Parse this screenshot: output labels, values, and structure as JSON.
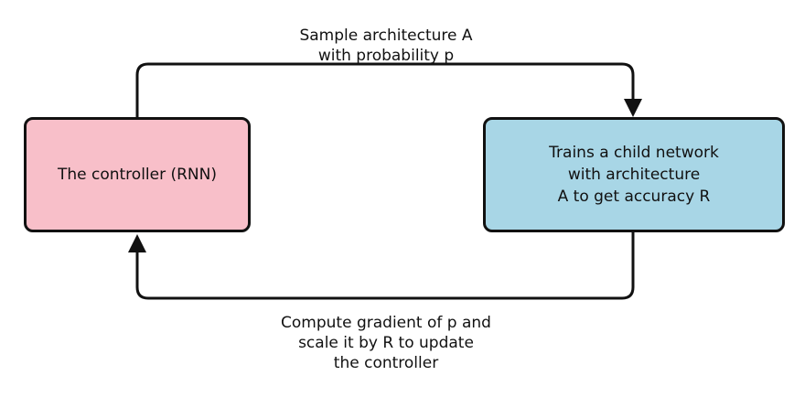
{
  "colors": {
    "controller_fill": "#f8bfc9",
    "child_fill": "#a8d6e6",
    "stroke": "#111111"
  },
  "nodes": {
    "controller": {
      "lines": [
        "The controller (RNN)"
      ]
    },
    "child_network": {
      "lines": [
        "Trains a child network",
        "with architecture",
        "A to get accuracy R"
      ]
    }
  },
  "edges": {
    "sample": {
      "lines": [
        "Sample architecture A",
        "with probability p"
      ]
    },
    "update": {
      "lines": [
        "Compute gradient of p and",
        "scale it by R to update",
        "the controller"
      ]
    }
  }
}
